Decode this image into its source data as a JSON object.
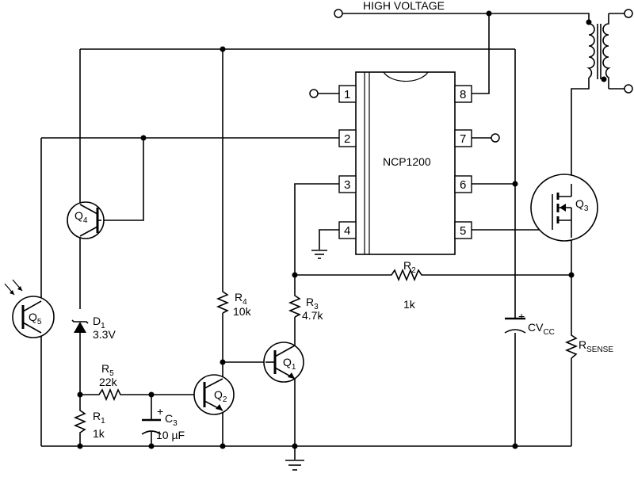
{
  "supply": {
    "label": "HIGH VOLTAGE"
  },
  "ic": {
    "name": "NCP1200",
    "pins": [
      "1",
      "2",
      "3",
      "4",
      "5",
      "6",
      "7",
      "8"
    ]
  },
  "components": {
    "q4": {
      "letter": "Q",
      "sub": "4"
    },
    "q5": {
      "letter": "Q",
      "sub": "5"
    },
    "q1": {
      "letter": "Q",
      "sub": "1"
    },
    "q2": {
      "letter": "Q",
      "sub": "2"
    },
    "q3": {
      "letter": "Q",
      "sub": "3"
    },
    "d1": {
      "letter": "D",
      "sub": "1",
      "value": "3.3V"
    },
    "r1": {
      "letter": "R",
      "sub": "1",
      "value": "1k"
    },
    "r2": {
      "letter": "R",
      "sub": "2",
      "value": "1k"
    },
    "r3": {
      "letter": "R",
      "sub": "3",
      "value": "4.7k"
    },
    "r4": {
      "letter": "R",
      "sub": "4",
      "value": "10k"
    },
    "r5": {
      "letter": "R",
      "sub": "5",
      "value": "22k"
    },
    "c3": {
      "plus": "+",
      "letter": "C",
      "sub": "3",
      "value": "10 µF"
    },
    "cvcc": {
      "plus": "+",
      "letter": "CV",
      "sub": "CC"
    },
    "rsense": {
      "letter": "R",
      "sub": "SENSE"
    }
  }
}
